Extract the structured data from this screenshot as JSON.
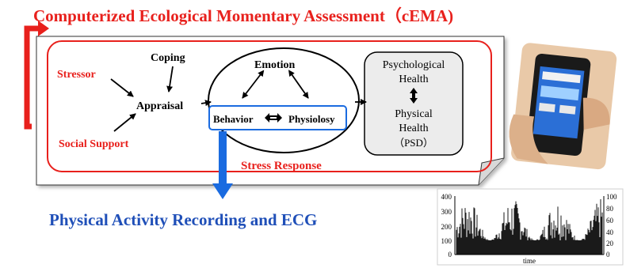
{
  "title": "Computerized Ecological Momentary Assessment（cEMA)",
  "subtitle": "Physical Activity Recording and ECG",
  "nodes": {
    "coping": "Coping",
    "stressor": "Stressor",
    "appraisal": "Appraisal",
    "social_support": "Social Support",
    "emotion": "Emotion",
    "behavior": "Behavior",
    "physiology": "Physiolosy",
    "stress_response": "Stress Response",
    "psych_line1": "Psychological",
    "psych_line2": "Health",
    "phys_line1": "Physical",
    "phys_line2": "Health",
    "phys_line3": "（PSD）"
  },
  "colors": {
    "title": "#e8201c",
    "subtitle": "#1f4fb8",
    "red_frame": "#e8201c",
    "blue_arrow": "#1a6be0",
    "health_box_fill": "#ececec"
  },
  "chart_data": {
    "type": "bar",
    "xlabel": "time",
    "ylabel": "",
    "left_axis_ticks": [
      "400",
      "300",
      "200",
      "100",
      "0"
    ],
    "right_axis_ticks": [
      "100",
      "80",
      "60",
      "40",
      "20",
      "0"
    ],
    "ylim": [
      0,
      400
    ],
    "y2lim": [
      0,
      100
    ],
    "grid": false
  }
}
